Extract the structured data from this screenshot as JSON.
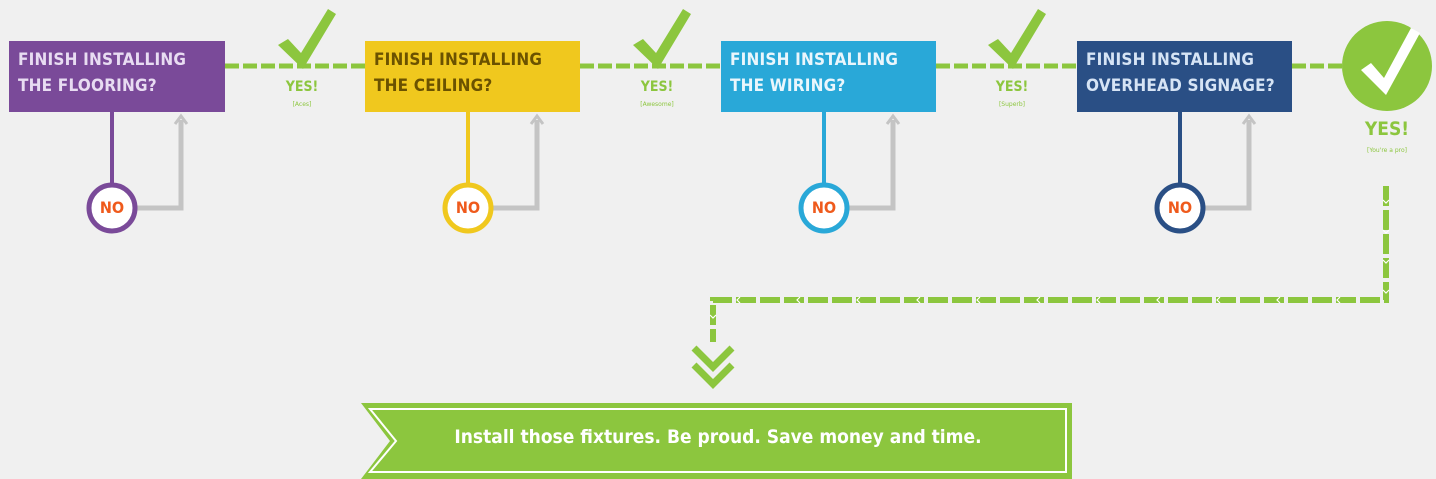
{
  "steps": [
    {
      "line1": "FINISH INSTALLING",
      "line2": "THE FLOORING?",
      "color": "#7a4a99",
      "text_color": "#e8dcf2",
      "no": "NO",
      "yes": "YES!",
      "yes_note": "[Aces]"
    },
    {
      "line1": "FINISH INSTALLING",
      "line2": "THE CEILING?",
      "color": "#f0c81e",
      "text_color": "#6b5200",
      "no": "NO",
      "yes": "YES!",
      "yes_note": "[Awesome]"
    },
    {
      "line1": "FINISH INSTALLING",
      "line2": "THE WIRING?",
      "color": "#29a8d8",
      "text_color": "#eaf6fc",
      "no": "NO",
      "yes": "YES!",
      "yes_note": "[Superb]"
    },
    {
      "line1": "FINISH INSTALLING",
      "line2": "OVERHEAD SIGNAGE?",
      "color": "#2a4f85",
      "text_color": "#d6e4f5",
      "no": "NO",
      "yes": "YES!",
      "yes_note": "[You're a pro]"
    }
  ],
  "final_message": "Install those fixtures. Be proud. Save money and time.",
  "colors": {
    "accent_green": "#8cc63e",
    "no_text": "#ef5a1c",
    "loop_gray": "#c4c4c4",
    "background": "#f0f0f0"
  },
  "icons": {
    "check": "check-icon",
    "big_check": "check-circle-icon",
    "down_arrow": "double-chevron-down-icon"
  }
}
